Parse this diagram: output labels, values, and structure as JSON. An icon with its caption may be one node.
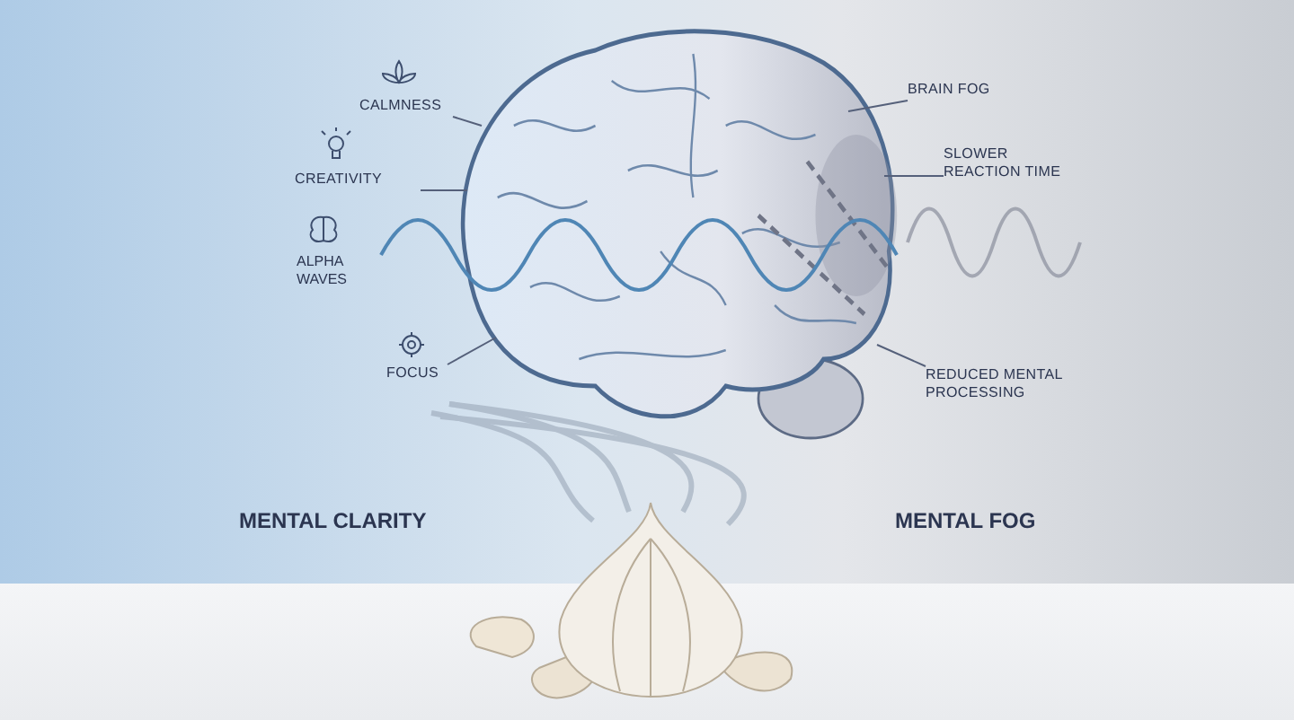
{
  "diagram": {
    "nodes": [
      {
        "text": [
          "CALMNESS"
        ]
      },
      {
        "text": [
          "BRAIN FOG"
        ]
      },
      {
        "text": [
          "CREATIVITY"
        ]
      },
      {
        "text": [
          "SLOWER REACTION TIME"
        ]
      },
      {
        "text": [
          "FOCUS"
        ]
      },
      {
        "text": [
          "REDUCED MENTAL PROCESSING"
        ]
      },
      {
        "text": [],
        "shape": "picture"
      }
    ],
    "edges": [
      {
        "from": 0,
        "to": 6,
        "arrow": "none"
      },
      {
        "from": 1,
        "to": 6,
        "arrow": "none"
      },
      {
        "from": 2,
        "to": 6,
        "arrow": "none"
      },
      {
        "from": 3,
        "to": 6,
        "arrow": "none"
      },
      {
        "from": 4,
        "to": 6,
        "arrow": "none"
      },
      {
        "from": 5,
        "to": 6,
        "arrow": "none"
      }
    ],
    "labels": [
      "ALPHA WAVES",
      "MENTAL CLARITY",
      "MENTAL FOG"
    ]
  }
}
